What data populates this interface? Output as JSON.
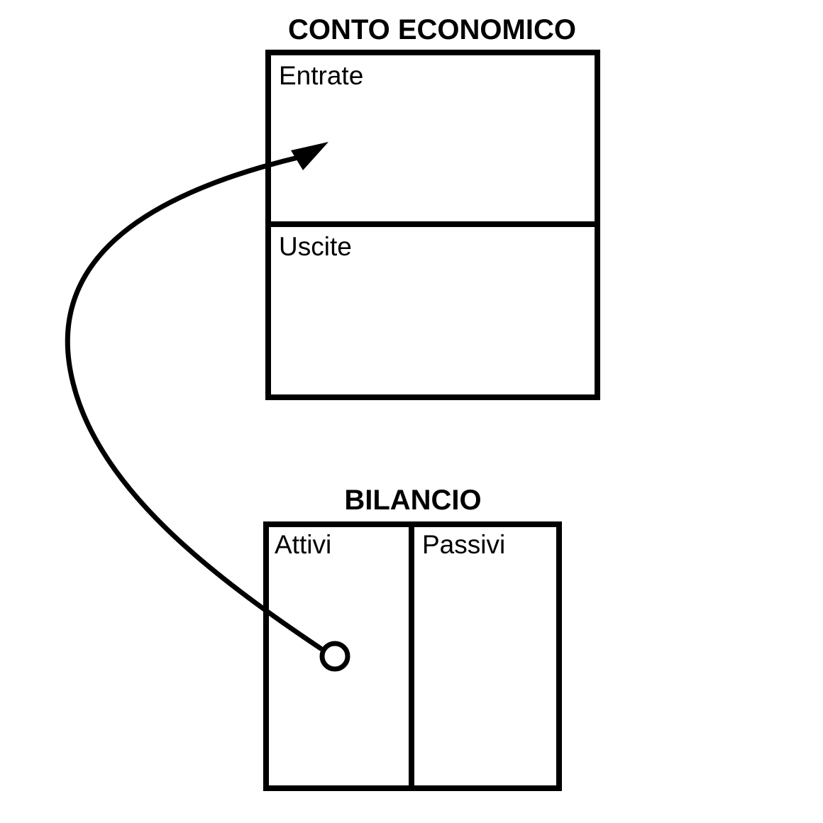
{
  "income_statement": {
    "title": "CONTO ECONOMICO",
    "sections": [
      "Entrate",
      "Uscite"
    ]
  },
  "balance_sheet": {
    "title": "BILANCIO",
    "sections": [
      "Attivi",
      "Passivi"
    ]
  },
  "flow": {
    "from": "Attivi",
    "to": "Entrate"
  },
  "colors": {
    "stroke": "#000000",
    "background": "#ffffff"
  }
}
